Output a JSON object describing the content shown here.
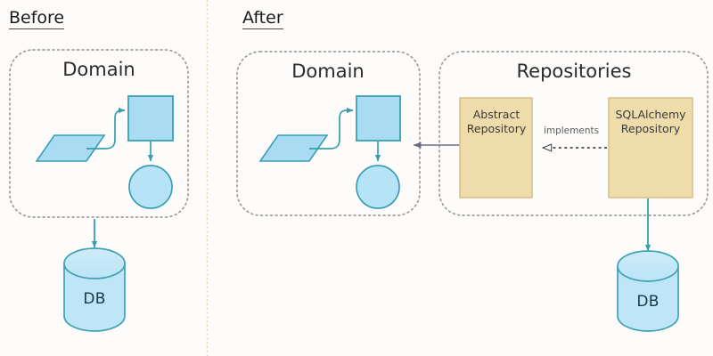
{
  "diagram": {
    "title_before": "Before",
    "title_after": "After",
    "background_color": "#fdfcfa",
    "divider": {
      "name": "panel-divider",
      "style": "dotted",
      "color": "#e8d2bd"
    },
    "colors": {
      "domain_shape_fill": "#a9dcf2",
      "domain_shape_stroke": "#3a9fb5",
      "circle_fill": "#b6e3f6",
      "db_fill": "#bfe6f6",
      "db_stroke": "#3fa2b4",
      "repository_fill": "#efdcab",
      "repository_stroke": "#d7bf86",
      "arrow_color": "#35a0ad",
      "dependency_arrow_color": "#6b6f86",
      "container_border": "#9a9a9a"
    },
    "before": {
      "panel_name": "before-panel",
      "domain": {
        "title": "Domain",
        "shapes": [
          {
            "name": "input-parallelogram",
            "type": "parallelogram",
            "label": ""
          },
          {
            "name": "process-square",
            "type": "square",
            "label": ""
          },
          {
            "name": "entity-circle",
            "type": "circle",
            "label": ""
          }
        ],
        "edges": [
          {
            "name": "parallelogram-to-square",
            "from": "input-parallelogram",
            "to": "process-square",
            "style": "solid",
            "arrow": "filled"
          },
          {
            "name": "square-to-circle",
            "from": "process-square",
            "to": "entity-circle",
            "style": "solid",
            "arrow": "filled"
          }
        ]
      },
      "database": {
        "name": "database-cylinder",
        "label": "DB"
      },
      "domain_to_db_edge": {
        "name": "domain-to-db-arrow",
        "style": "solid",
        "arrow": "filled"
      }
    },
    "after": {
      "panel_name": "after-panel",
      "domain": {
        "title": "Domain",
        "shapes": [
          {
            "name": "input-parallelogram",
            "type": "parallelogram",
            "label": ""
          },
          {
            "name": "process-square",
            "type": "square",
            "label": ""
          },
          {
            "name": "entity-circle",
            "type": "circle",
            "label": ""
          }
        ],
        "edges": [
          {
            "name": "parallelogram-to-square",
            "from": "input-parallelogram",
            "to": "process-square",
            "style": "solid",
            "arrow": "filled"
          },
          {
            "name": "square-to-circle",
            "from": "process-square",
            "to": "entity-circle",
            "style": "solid",
            "arrow": "filled"
          }
        ]
      },
      "repositories": {
        "title": "Repositories",
        "abstract_repository": {
          "line1": "Abstract",
          "line2": "Repository"
        },
        "sqlalchemy_repository": {
          "line1": "SQLAlchemy",
          "line2": "Repository"
        },
        "implements_edge": {
          "name": "implements-realization-arrow",
          "label": "implements",
          "style": "dashed",
          "arrow": "hollow-triangle",
          "from": "sqlalchemy_repository",
          "to": "abstract_repository"
        }
      },
      "repositories_to_domain_edge": {
        "name": "repositories-to-domain-arrow",
        "style": "solid",
        "arrow": "filled",
        "from": "abstract_repository",
        "to": "domain"
      },
      "database": {
        "name": "database-cylinder",
        "label": "DB"
      },
      "sqlalchemy_to_db_edge": {
        "name": "sqlalchemy-to-db-arrow",
        "style": "solid",
        "arrow": "filled"
      }
    }
  }
}
